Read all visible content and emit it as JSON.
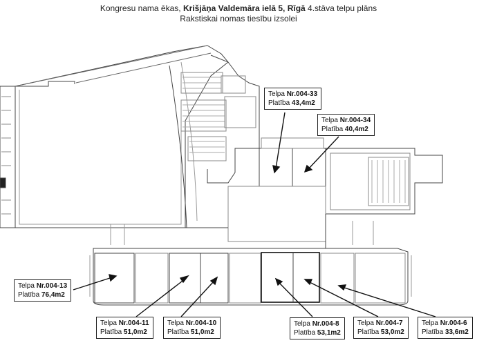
{
  "header": {
    "line1_prefix": "Kongresu nama ēkas, ",
    "line1_bold": "Krišjāņa Valdemāra ielā 5, Rīgā",
    "line1_suffix": " 4.stāva telpu plāns",
    "line2": "Rakstiskai nomas tiesību izsolei"
  },
  "rooms": [
    {
      "id": "r33",
      "prefix": "Telpa ",
      "number": "Nr.004-33",
      "area_label": "Platība ",
      "area": "43,4m2"
    },
    {
      "id": "r34",
      "prefix": "Telpa ",
      "number": "Nr.004-34",
      "area_label": "Platība ",
      "area": "40,4m2"
    },
    {
      "id": "r13",
      "prefix": "Telpa ",
      "number": "Nr.004-13",
      "area_label": "Platība ",
      "area": "76,4m2"
    },
    {
      "id": "r11",
      "prefix": "Telpa ",
      "number": "Nr.004-11",
      "area_label": "Platība ",
      "area": "51,0m2"
    },
    {
      "id": "r10",
      "prefix": "Telpa ",
      "number": "Nr.004-10",
      "area_label": "Platība ",
      "area": "51,0m2"
    },
    {
      "id": "r8",
      "prefix": "Telpa ",
      "number": "Nr.004-8",
      "area_label": "Platība ",
      "area": "53,1m2"
    },
    {
      "id": "r7",
      "prefix": "Telpa ",
      "number": "Nr.004-7",
      "area_label": "Platība ",
      "area": "53,0m2"
    },
    {
      "id": "r6",
      "prefix": "Telpa ",
      "number": "Nr.004-6",
      "area_label": "Platība ",
      "area": "33,6m2"
    }
  ]
}
